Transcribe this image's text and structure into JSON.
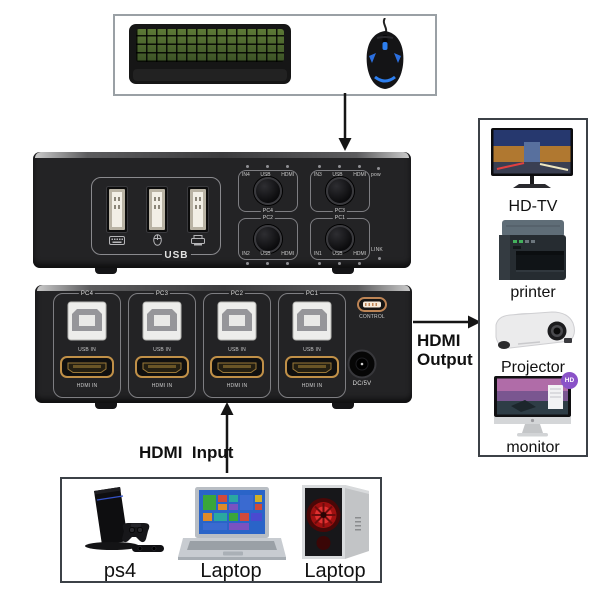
{
  "peripherals": {
    "devices": [
      "keyboard",
      "gaming-mouse"
    ]
  },
  "switch_top": {
    "usb_section_label": "USB",
    "pow_label": "pow",
    "link_label": "LINK",
    "groups": [
      {
        "pc_label": "PC4",
        "in_label": "IN4",
        "usb_label": "USB",
        "hdmi_label": "HDMI"
      },
      {
        "pc_label": "PC3",
        "in_label": "IN3",
        "usb_label": "USB",
        "hdmi_label": "HDMI"
      },
      {
        "pc_label": "PC2",
        "in_label": "IN2",
        "usb_label": "USB",
        "hdmi_label": "HDMI"
      },
      {
        "pc_label": "PC1",
        "in_label": "IN1",
        "usb_label": "USB",
        "hdmi_label": "HDMI"
      }
    ]
  },
  "switch_front": {
    "control_label": "CONTROL",
    "dc_label": "DC/5V",
    "groups": [
      {
        "pc_label": "PC4",
        "usb_in_label": "USB IN",
        "hdmi_in_label": "HDMI IN"
      },
      {
        "pc_label": "PC3",
        "usb_in_label": "USB IN",
        "hdmi_in_label": "HDMI IN"
      },
      {
        "pc_label": "PC2",
        "usb_in_label": "USB IN",
        "hdmi_in_label": "HDMI IN"
      },
      {
        "pc_label": "PC1",
        "usb_in_label": "USB IN",
        "hdmi_in_label": "HDMI IN"
      }
    ]
  },
  "connections": {
    "output_line1": "HDMI",
    "output_line2": "Output",
    "input_label": "HDMI  Input"
  },
  "outputs": {
    "items": [
      {
        "label": "HD-TV"
      },
      {
        "label": "printer"
      },
      {
        "label": "Projector"
      },
      {
        "label": "monitor",
        "badge": "HD"
      }
    ]
  },
  "sources": {
    "items": [
      {
        "label": "ps4"
      },
      {
        "label": "Laptop"
      },
      {
        "label": "Laptop"
      }
    ]
  },
  "colors": {
    "switch_body": "#232325",
    "hdmi_gold": "#c09048",
    "control_orange": "#bd8455",
    "arrow": "#151515",
    "badge_purple": "#8a52c8",
    "mouse_glow": "#2d7ff0",
    "keyboard_green": "#55762f"
  }
}
